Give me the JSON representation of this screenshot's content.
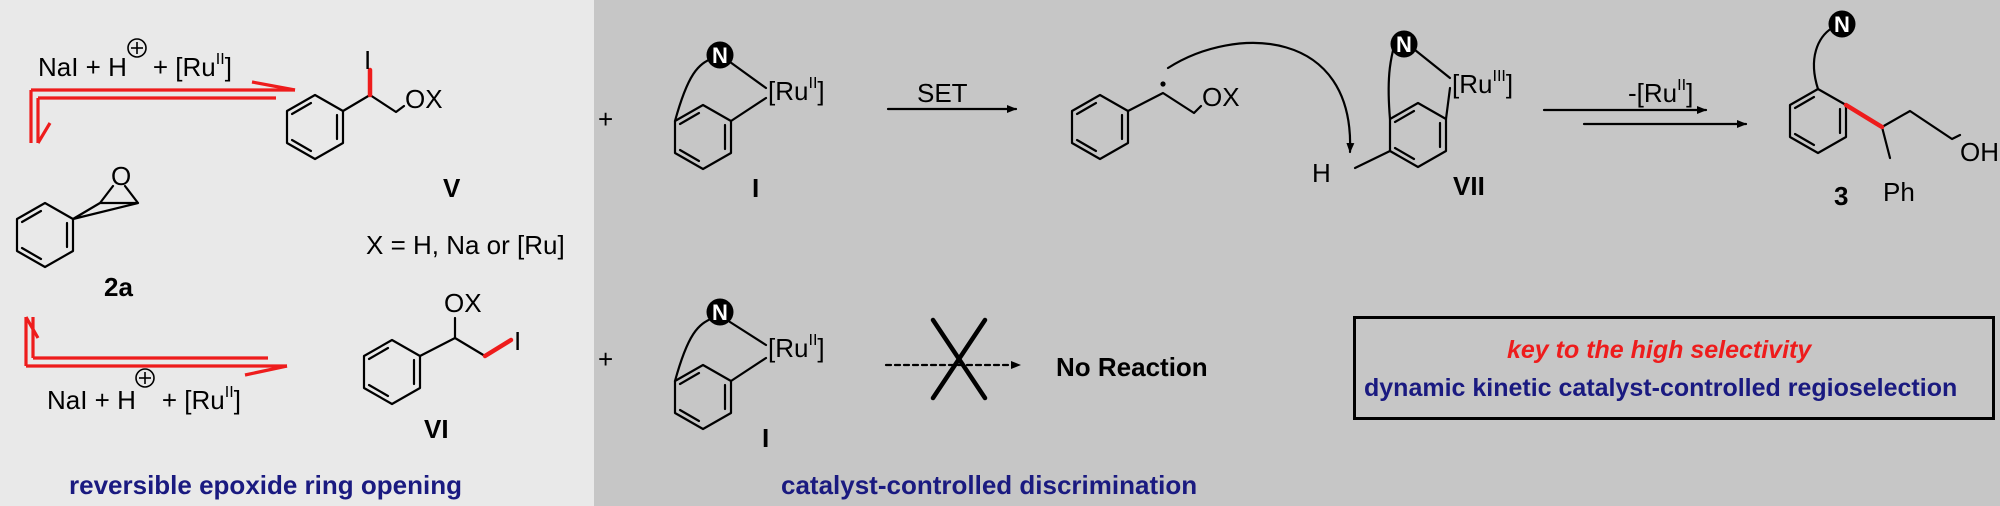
{
  "colors": {
    "left_panel": "#e9e9e9",
    "right_panel": "#c6c6c6",
    "red": "#ee1c1c",
    "navy": "#1a1a80"
  },
  "left": {
    "reagents_top": {
      "pre": "NaI + H",
      "post": "+ [Ru",
      "ox": "II",
      "close": "]"
    },
    "reagents_bottom": {
      "pre": "NaI + H",
      "post": "+ [Ru",
      "ox": "II",
      "close": "]"
    },
    "epoxide_label": "2a",
    "epoxide_atom": "O",
    "iodohydrin_V": {
      "label": "V",
      "halogen": "I",
      "group": "OX"
    },
    "iodohydrin_VI": {
      "label": "VI",
      "halogen": "I",
      "group": "OX"
    },
    "x_definition": "X = H, Na or [Ru]",
    "caption": "reversible epoxide ring opening"
  },
  "right": {
    "plus": "+",
    "catalyst": {
      "label": "I",
      "metal_pre": "[Ru",
      "ox": "II",
      "close": "]",
      "n_atom": "N"
    },
    "set_label": "SET",
    "radical_group": "OX",
    "intermediate": {
      "label": "VII",
      "metal_pre": "[Ru",
      "ox": "III",
      "close": "]",
      "h_atom": "H",
      "n_atom": "N"
    },
    "release": {
      "pre": "-[Ru",
      "ox": "II",
      "close": "]"
    },
    "product": {
      "label": "3",
      "oh": "OH",
      "ph": "Ph",
      "n_atom": "N"
    },
    "no_reaction": "No Reaction",
    "caption": "catalyst-controlled discrimination"
  },
  "key_box": {
    "line1": "key to the high selectivity",
    "line2": "dynamic kinetic catalyst-controlled regioselection"
  }
}
